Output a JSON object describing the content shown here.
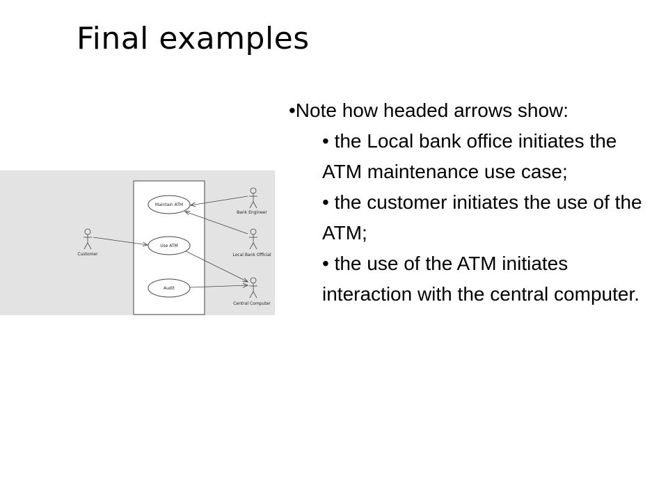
{
  "slide": {
    "title": "Final examples"
  },
  "diagram": {
    "use_cases": [
      "Maintain ATM",
      "Use ATM",
      "Audit"
    ],
    "actors": [
      "Customer",
      "Bank Engineer",
      "Local Bank Official",
      "Central Computer"
    ]
  },
  "notes": {
    "intro": "•Note how headed arrows show:",
    "items": [
      "• the Local bank office initiates the ATM maintenance use case;",
      "• the customer initiates the use of the ATM;",
      "• the use of the ATM initiates interaction with the central computer."
    ]
  },
  "colors": {
    "diagram_background": "#e3e3e3",
    "diagram_stroke": "#444444",
    "text": "#000000"
  }
}
